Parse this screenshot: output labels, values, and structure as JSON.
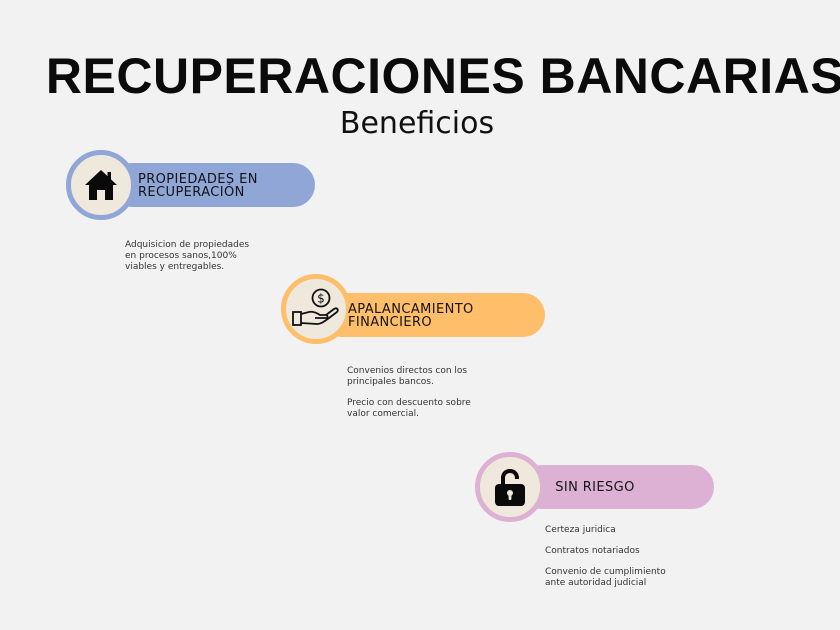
{
  "header": {
    "title": "RECUPERACIONES BANCARIAS",
    "subtitle": "Beneficios"
  },
  "items": [
    {
      "icon": "house-icon",
      "label": "PROPIEDADES EN\nRECUPERACIÓN",
      "color": "#8fa6d7",
      "description": "Adquisicion de propiedades\nen procesos sanos,100%\nviables y entregables."
    },
    {
      "icon": "hand-money-icon",
      "label": "APALANCAMIENTO\nFINANCIERO",
      "color": "#ffbe6a",
      "descriptions": [
        "Convenios directos con los\nprincipales bancos.",
        "Precio con descuento sobre\nvalor comercial."
      ]
    },
    {
      "icon": "unlocked-padlock-icon",
      "label": "SIN RIESGO",
      "color": "#ddb1d3",
      "descriptions": [
        "Certeza juridica",
        "Contratos notariados",
        "Convenio de cumplimiento\n ante autoridad judicial"
      ]
    }
  ]
}
